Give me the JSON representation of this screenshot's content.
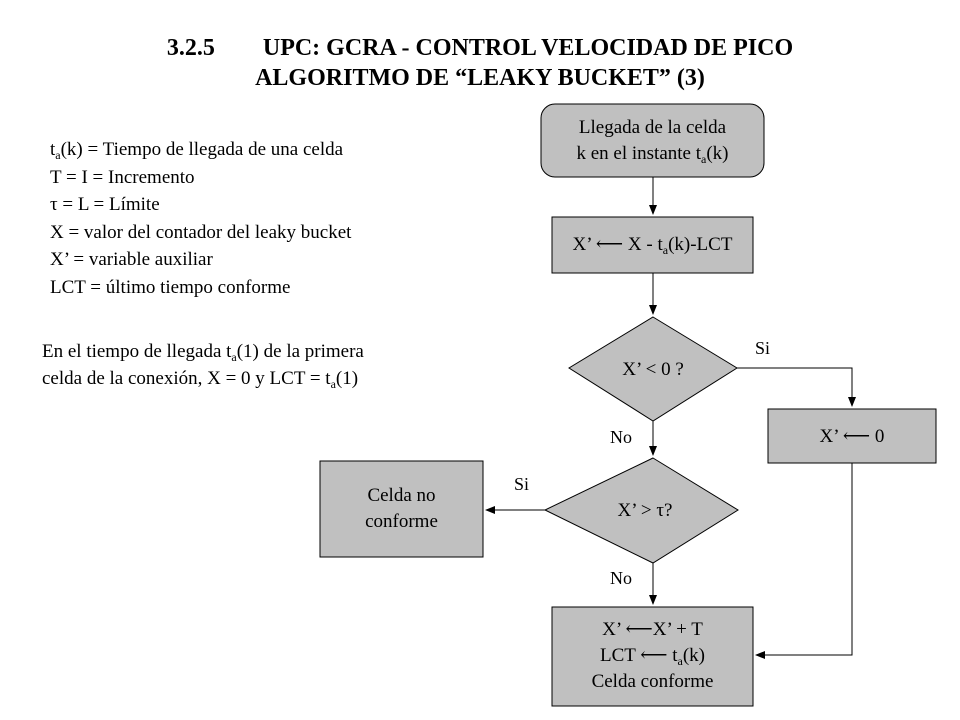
{
  "title": {
    "number": "3.2.5",
    "line1": "UPC: GCRA - CONTROL VELOCIDAD DE PICO",
    "line2": "ALGORITMO DE “LEAKY BUCKET” (3)"
  },
  "definitions": {
    "ta_pre": "t",
    "ta_sub": "a",
    "ta_post": "(k) = Tiempo de llegada de una celda",
    "T": "T = I = Incremento",
    "tau_sym": "τ",
    "tau_post": " = L = Límite",
    "X": "X =  valor del contador del leaky bucket",
    "Xp": "X’ = variable auxiliar",
    "LCT": "LCT = último tiempo conforme"
  },
  "note": {
    "line1_pre": "En el tiempo de llegada t",
    "line1_sub": "a",
    "line1_post": "(1) de la primera",
    "line2_pre": "celda de la conexión, X = 0 y LCT = t",
    "line2_sub": "a",
    "line2_post": "(1)"
  },
  "flow": {
    "start_line1": "Llegada de la celda",
    "start_line2_pre": "k en el instante t",
    "start_line2_sub": "a",
    "start_line2_post": "(k)",
    "compute_pre": "X’ ⟵ X - t",
    "compute_sub": "a",
    "compute_post": "(k)-LCT",
    "decision1": "X’ < 0 ?",
    "decision1_yes": "Si",
    "decision1_no": "No",
    "reset": "X’ ⟵ 0",
    "decision2": "X’ > τ?",
    "decision2_yes": "Si",
    "decision2_no": "No",
    "nonconform_line1": "Celda no",
    "nonconform_line2": "conforme",
    "update_line1": "X’ ⟵X’ + T",
    "update_line2_pre": "LCT ⟵ t",
    "update_line2_sub": "a",
    "update_line2_post": "(k)",
    "update_line3": "Celda conforme"
  },
  "colors": {
    "box_fill": "#c0c0c0",
    "line": "#000000"
  }
}
